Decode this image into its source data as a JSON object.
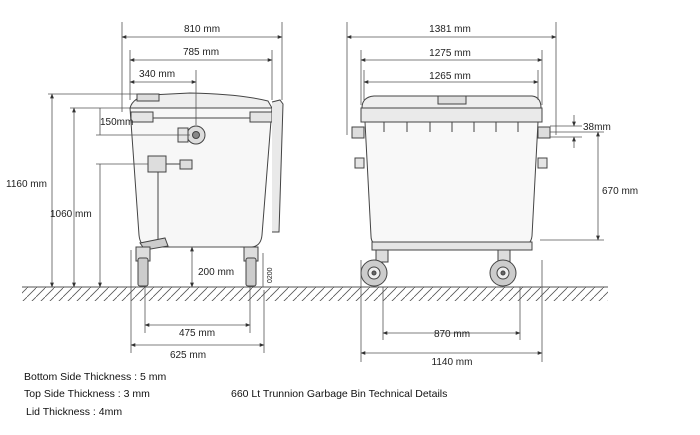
{
  "dimensions": {
    "side_top_width": "810 mm",
    "side_body_width": "785 mm",
    "side_lid_offset": "340 mm",
    "side_lid_height": "150mm",
    "total_height": "1160 mm",
    "body_height": "1060 mm",
    "ground_clearance": "200 mm",
    "pedal_height": "0200",
    "wheel_track_inner": "475 mm",
    "wheel_track_outer": "625 mm",
    "front_total_width": "1381 mm",
    "front_body_width": "1275 mm",
    "front_lid_width": "1265 mm",
    "trunnion_diameter": "38mm",
    "trunnion_height": "670 mm",
    "front_wheel_base": "870 mm",
    "front_base_width": "1140 mm"
  },
  "notes": {
    "bottom_thickness": "Bottom Side Thickness : 5 mm",
    "top_thickness": "Top Side Thickness : 3 mm",
    "lid_thickness": "Lid Thickness : 4mm",
    "caption": "660 Lt Trunnion Garbage Bin Technical Details"
  },
  "colors": {
    "line": "#333333",
    "dim_line": "#555555",
    "ground": "#555555"
  }
}
